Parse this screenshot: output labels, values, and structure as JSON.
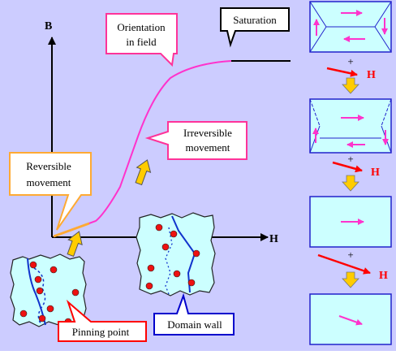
{
  "axes": {
    "y_label": "B",
    "x_label": "H"
  },
  "callouts": {
    "orientation": [
      "Orientation",
      "in field"
    ],
    "saturation": "Saturation",
    "irreversible": [
      "Irreversible",
      "movement"
    ],
    "reversible": [
      "Reversible",
      "movement"
    ],
    "pinning": "Pinning point",
    "domain_wall": "Domain wall"
  },
  "field_labels": {
    "plus": "+",
    "h": "H"
  },
  "colors": {
    "background": "#ccccff",
    "curve": "#ff33cc",
    "callout_pink_border": "#ff3399",
    "callout_orange_border": "#ffaa33",
    "callout_red_border": "#ff0000",
    "callout_blue_border": "#0000cc",
    "domain_fill": "#ccffff",
    "domain_border": "#2222cc",
    "magnetization_arrow": "#ff33cc",
    "field_arrow": "#ff0000",
    "step_arrow": "#ffcc00",
    "pinning_dot": "#ee1111"
  }
}
